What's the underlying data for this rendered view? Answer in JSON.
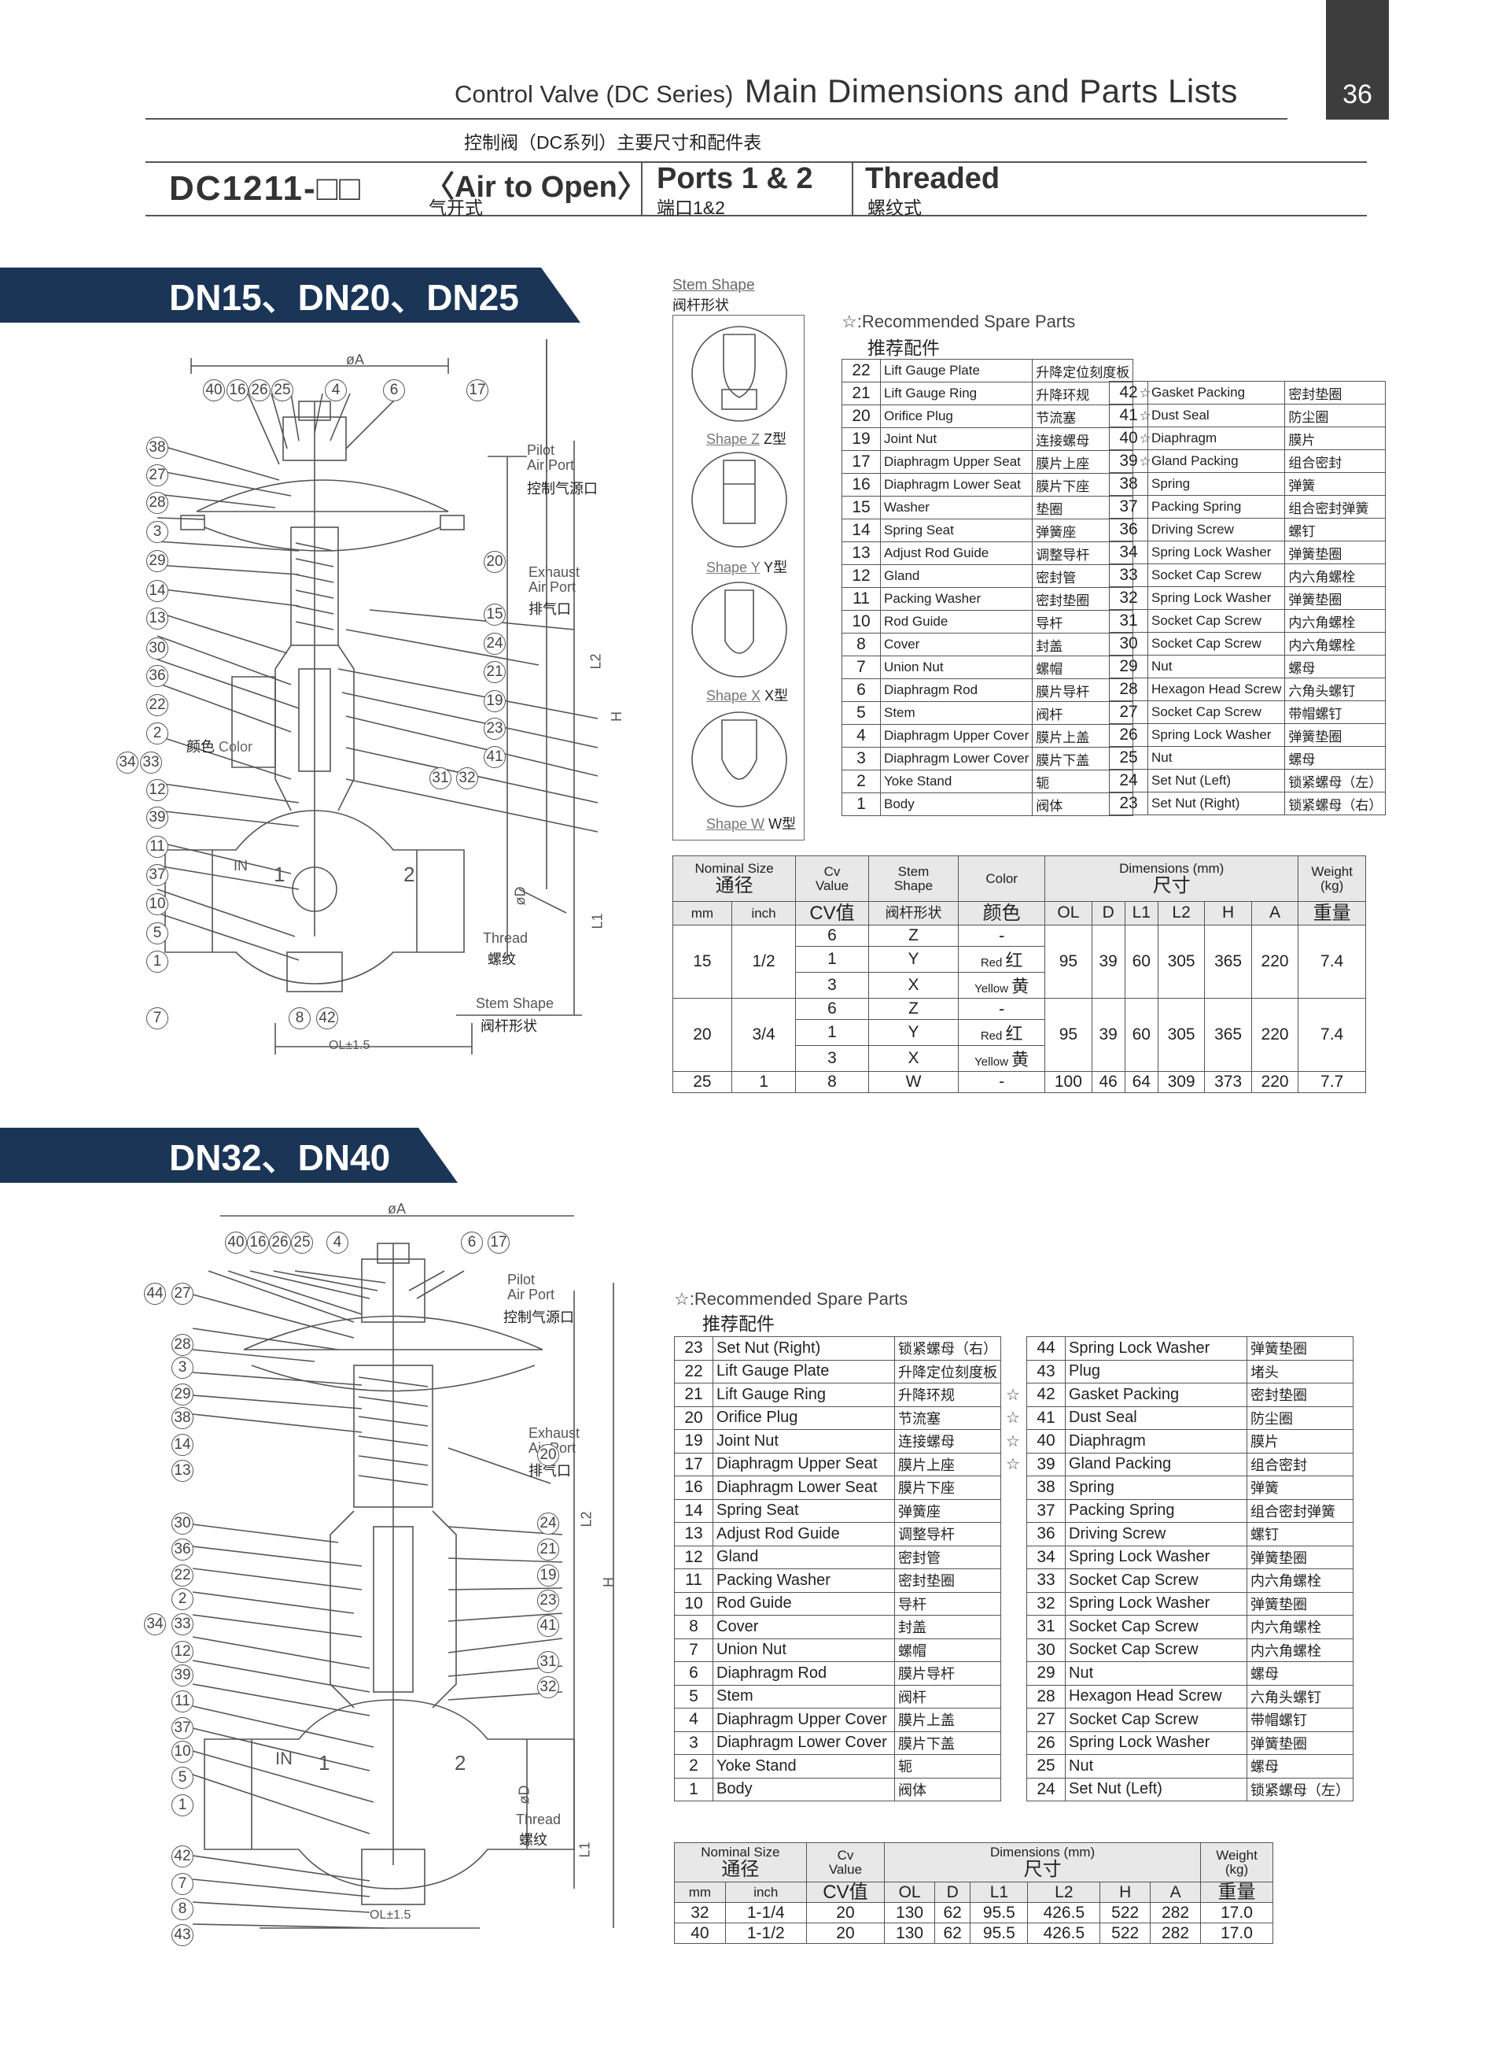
{
  "page_number": "36",
  "header": {
    "subtitle_en": "Control Valve (DC Series)",
    "title_en": "Main Dimensions and Parts Lists",
    "title_cn": "控制阀（DC系列）主要尺寸和配件表"
  },
  "model": {
    "code": "DC1211-□□",
    "mode_en": "〈Air to Open〉",
    "mode_cn": "气开式",
    "ports_en": "Ports 1 & 2",
    "ports_cn": "端口1&2",
    "conn_en": "Threaded",
    "conn_cn": "螺纹式"
  },
  "section1": {
    "banner": "DN15、DN20、DN25",
    "stem_shape_title_en": "Stem Shape",
    "stem_shape_title_cn": "阀杆形状",
    "shapes": [
      {
        "en": "Shape Z",
        "cn": "Z型"
      },
      {
        "en": "Shape Y",
        "cn": "Y型"
      },
      {
        "en": "Shape X",
        "cn": "X型"
      },
      {
        "en": "Shape W",
        "cn": "W型"
      }
    ],
    "spare_en": "☆:Recommended Spare Parts",
    "spare_cn": "推荐配件",
    "drawing": {
      "phiA": "øA",
      "pilot_en1": "Pilot",
      "pilot_en2": "Air Port",
      "pilot_cn": "控制气源口",
      "exhaust_en1": "Exhaust",
      "exhaust_en2": "Air Port",
      "exhaust_cn": "排气口",
      "color_cn": "颜色",
      "color_en": "Color",
      "in": "IN",
      "thread_en": "Thread",
      "thread_cn": "螺纹",
      "stem_en": "Stem Shape",
      "stem_cn": "阀杆形状",
      "ol": "OL±1.5",
      "L2": "L2",
      "H": "H",
      "L1": "L1",
      "phiD": "øD",
      "port1": "1",
      "port2": "2"
    },
    "parts_left": [
      {
        "no": "22",
        "en": "Lift Gauge Plate",
        "cn": "升降定位刻度板",
        "star": ""
      },
      {
        "no": "21",
        "en": "Lift Gauge Ring",
        "cn": "升降环规",
        "star": "☆"
      },
      {
        "no": "20",
        "en": "Orifice Plug",
        "cn": "节流塞",
        "star": "☆"
      },
      {
        "no": "19",
        "en": "Joint Nut",
        "cn": "连接螺母",
        "star": "☆"
      },
      {
        "no": "17",
        "en": "Diaphragm Upper Seat",
        "cn": "膜片上座",
        "star": "☆"
      },
      {
        "no": "16",
        "en": "Diaphragm Lower Seat",
        "cn": "膜片下座",
        "star": ""
      },
      {
        "no": "15",
        "en": "Washer",
        "cn": "垫圈",
        "star": ""
      },
      {
        "no": "14",
        "en": "Spring Seat",
        "cn": "弹簧座",
        "star": ""
      },
      {
        "no": "13",
        "en": "Adjust Rod Guide",
        "cn": "调整导杆",
        "star": ""
      },
      {
        "no": "12",
        "en": "Gland",
        "cn": "密封管",
        "star": ""
      },
      {
        "no": "11",
        "en": "Packing Washer",
        "cn": "密封垫圈",
        "star": ""
      },
      {
        "no": "10",
        "en": "Rod Guide",
        "cn": "导杆",
        "star": ""
      },
      {
        "no": "8",
        "en": "Cover",
        "cn": "封盖",
        "star": ""
      },
      {
        "no": "7",
        "en": "Union Nut",
        "cn": "螺帽",
        "star": ""
      },
      {
        "no": "6",
        "en": "Diaphragm Rod",
        "cn": "膜片导杆",
        "star": ""
      },
      {
        "no": "5",
        "en": "Stem",
        "cn": "阀杆",
        "star": ""
      },
      {
        "no": "4",
        "en": "Diaphragm Upper Cover",
        "cn": "膜片上盖",
        "star": ""
      },
      {
        "no": "3",
        "en": "Diaphragm Lower Cover",
        "cn": "膜片下盖",
        "star": ""
      },
      {
        "no": "2",
        "en": "Yoke Stand",
        "cn": "轭",
        "star": ""
      },
      {
        "no": "1",
        "en": "Body",
        "cn": "阀体",
        "star": ""
      }
    ],
    "parts_right": [
      {
        "no": "42",
        "en": "Gasket Packing",
        "cn": "密封垫圈"
      },
      {
        "no": "41",
        "en": "Dust Seal",
        "cn": "防尘圈"
      },
      {
        "no": "40",
        "en": "Diaphragm",
        "cn": "膜片"
      },
      {
        "no": "39",
        "en": "Gland Packing",
        "cn": "组合密封"
      },
      {
        "no": "38",
        "en": "Spring",
        "cn": "弹簧"
      },
      {
        "no": "37",
        "en": "Packing Spring",
        "cn": "组合密封弹簧"
      },
      {
        "no": "36",
        "en": "Driving Screw",
        "cn": "螺钉"
      },
      {
        "no": "34",
        "en": "Spring Lock Washer",
        "cn": "弹簧垫圈"
      },
      {
        "no": "33",
        "en": "Socket Cap Screw",
        "cn": "内六角螺栓"
      },
      {
        "no": "32",
        "en": "Spring Lock Washer",
        "cn": "弹簧垫圈"
      },
      {
        "no": "31",
        "en": "Socket Cap Screw",
        "cn": "内六角螺栓"
      },
      {
        "no": "30",
        "en": "Socket Cap Screw",
        "cn": "内六角螺栓"
      },
      {
        "no": "29",
        "en": "Nut",
        "cn": "螺母"
      },
      {
        "no": "28",
        "en": "Hexagon Head Screw",
        "cn": "六角头螺钉"
      },
      {
        "no": "27",
        "en": "Socket Cap Screw",
        "cn": "带帽螺钉"
      },
      {
        "no": "26",
        "en": "Spring Lock Washer",
        "cn": "弹簧垫圈"
      },
      {
        "no": "25",
        "en": "Nut",
        "cn": "螺母"
      },
      {
        "no": "24",
        "en": "Set Nut (Left)",
        "cn": "锁紧螺母（左）"
      },
      {
        "no": "23",
        "en": "Set Nut (Right)",
        "cn": "锁紧螺母（右）"
      }
    ],
    "dims_header": {
      "nominal_en": "Nominal Size",
      "nominal_cn": "通径",
      "mm": "mm",
      "inch": "inch",
      "cv_en1": "Cv",
      "cv_en2": "Value",
      "cv_cn": "CV值",
      "stem_en1": "Stem",
      "stem_en2": "Shape",
      "stem_cn": "阀杆形状",
      "color_en": "Color",
      "color_cn": "颜色",
      "dim_en": "Dimensions (mm)",
      "dim_cn": "尺寸",
      "cols": [
        "OL",
        "D",
        "L1",
        "L2",
        "H",
        "A"
      ],
      "weight_en1": "Weight",
      "weight_en2": "(kg)",
      "weight_cn": "重量"
    },
    "dims_groups": [
      {
        "mm": "15",
        "inch": "1/2",
        "rows": [
          {
            "cv": "6",
            "shape": "Z",
            "color_en": "",
            "color_cn": "-"
          },
          {
            "cv": "1",
            "shape": "Y",
            "color_en": "Red",
            "color_cn": "红"
          },
          {
            "cv": "3",
            "shape": "X",
            "color_en": "Yellow",
            "color_cn": "黄"
          }
        ],
        "ol": "95",
        "d": "39",
        "l1": "60",
        "l2": "305",
        "h": "365",
        "a": "220",
        "w": "7.4"
      },
      {
        "mm": "20",
        "inch": "3/4",
        "rows": [
          {
            "cv": "6",
            "shape": "Z",
            "color_en": "",
            "color_cn": "-"
          },
          {
            "cv": "1",
            "shape": "Y",
            "color_en": "Red",
            "color_cn": "红"
          },
          {
            "cv": "3",
            "shape": "X",
            "color_en": "Yellow",
            "color_cn": "黄"
          }
        ],
        "ol": "95",
        "d": "39",
        "l1": "60",
        "l2": "305",
        "h": "365",
        "a": "220",
        "w": "7.4"
      }
    ],
    "dims_last": {
      "mm": "25",
      "inch": "1",
      "cv": "8",
      "shape": "W",
      "color": "-",
      "ol": "100",
      "d": "46",
      "l1": "64",
      "l2": "309",
      "h": "373",
      "a": "220",
      "w": "7.7"
    }
  },
  "section2": {
    "banner": "DN32、DN40",
    "spare_en": "☆:Recommended Spare Parts",
    "spare_cn": "推荐配件",
    "parts_left": [
      {
        "no": "23",
        "en": "Set Nut (Right)",
        "cn": "锁紧螺母（右）",
        "star": ""
      },
      {
        "no": "22",
        "en": "Lift Gauge Plate",
        "cn": "升降定位刻度板",
        "star": ""
      },
      {
        "no": "21",
        "en": "Lift Gauge Ring",
        "cn": "升降环规",
        "star": "☆"
      },
      {
        "no": "20",
        "en": "Orifice Plug",
        "cn": "节流塞",
        "star": "☆"
      },
      {
        "no": "19",
        "en": "Joint Nut",
        "cn": "连接螺母",
        "star": "☆"
      },
      {
        "no": "17",
        "en": "Diaphragm Upper Seat",
        "cn": "膜片上座",
        "star": "☆"
      },
      {
        "no": "16",
        "en": "Diaphragm Lower Seat",
        "cn": "膜片下座",
        "star": ""
      },
      {
        "no": "14",
        "en": "Spring Seat",
        "cn": "弹簧座",
        "star": ""
      },
      {
        "no": "13",
        "en": "Adjust Rod Guide",
        "cn": "调整导杆",
        "star": ""
      },
      {
        "no": "12",
        "en": "Gland",
        "cn": "密封管",
        "star": ""
      },
      {
        "no": "11",
        "en": "Packing Washer",
        "cn": "密封垫圈",
        "star": ""
      },
      {
        "no": "10",
        "en": "Rod Guide",
        "cn": "导杆",
        "star": ""
      },
      {
        "no": "8",
        "en": "Cover",
        "cn": "封盖",
        "star": ""
      },
      {
        "no": "7",
        "en": "Union Nut",
        "cn": "螺帽",
        "star": ""
      },
      {
        "no": "6",
        "en": "Diaphragm Rod",
        "cn": "膜片导杆",
        "star": ""
      },
      {
        "no": "5",
        "en": "Stem",
        "cn": "阀杆",
        "star": ""
      },
      {
        "no": "4",
        "en": "Diaphragm Upper Cover",
        "cn": "膜片上盖",
        "star": ""
      },
      {
        "no": "3",
        "en": "Diaphragm Lower Cover",
        "cn": "膜片下盖",
        "star": ""
      },
      {
        "no": "2",
        "en": "Yoke Stand",
        "cn": "轭",
        "star": ""
      },
      {
        "no": "1",
        "en": "Body",
        "cn": "阀体",
        "star": ""
      }
    ],
    "parts_right": [
      {
        "no": "44",
        "en": "Spring Lock Washer",
        "cn": "弹簧垫圈"
      },
      {
        "no": "43",
        "en": "Plug",
        "cn": "堵头"
      },
      {
        "no": "42",
        "en": "Gasket Packing",
        "cn": "密封垫圈"
      },
      {
        "no": "41",
        "en": "Dust Seal",
        "cn": "防尘圈"
      },
      {
        "no": "40",
        "en": "Diaphragm",
        "cn": "膜片"
      },
      {
        "no": "39",
        "en": "Gland Packing",
        "cn": "组合密封"
      },
      {
        "no": "38",
        "en": "Spring",
        "cn": "弹簧"
      },
      {
        "no": "37",
        "en": "Packing Spring",
        "cn": "组合密封弹簧"
      },
      {
        "no": "36",
        "en": "Driving Screw",
        "cn": "螺钉"
      },
      {
        "no": "34",
        "en": "Spring Lock Washer",
        "cn": "弹簧垫圈"
      },
      {
        "no": "33",
        "en": "Socket Cap Screw",
        "cn": "内六角螺栓"
      },
      {
        "no": "32",
        "en": "Spring Lock Washer",
        "cn": "弹簧垫圈"
      },
      {
        "no": "31",
        "en": "Socket Cap Screw",
        "cn": "内六角螺栓"
      },
      {
        "no": "30",
        "en": "Socket Cap Screw",
        "cn": "内六角螺栓"
      },
      {
        "no": "29",
        "en": "Nut",
        "cn": "螺母"
      },
      {
        "no": "28",
        "en": "Hexagon Head Screw",
        "cn": "六角头螺钉"
      },
      {
        "no": "27",
        "en": "Socket Cap Screw",
        "cn": "带帽螺钉"
      },
      {
        "no": "26",
        "en": "Spring Lock Washer",
        "cn": "弹簧垫圈"
      },
      {
        "no": "25",
        "en": "Nut",
        "cn": "螺母"
      },
      {
        "no": "24",
        "en": "Set Nut (Left)",
        "cn": "锁紧螺母（左）"
      }
    ],
    "dims_header": {
      "nominal_en": "Nominal Size",
      "nominal_cn": "通径",
      "mm": "mm",
      "inch": "inch",
      "cv_en1": "Cv",
      "cv_en2": "Value",
      "cv_cn": "CV值",
      "dim_en": "Dimensions (mm)",
      "dim_cn": "尺寸",
      "cols": [
        "OL",
        "D",
        "L1",
        "L2",
        "H",
        "A"
      ],
      "weight_en1": "Weight",
      "weight_en2": "(kg)",
      "weight_cn": "重量"
    },
    "dims_rows": [
      {
        "mm": "32",
        "inch": "1-1/4",
        "cv": "20",
        "ol": "130",
        "d": "62",
        "l1": "95.5",
        "l2": "426.5",
        "h": "522",
        "a": "282",
        "w": "17.0"
      },
      {
        "mm": "40",
        "inch": "1-1/2",
        "cv": "20",
        "ol": "130",
        "d": "62",
        "l1": "95.5",
        "l2": "426.5",
        "h": "522",
        "a": "282",
        "w": "17.0"
      }
    ]
  }
}
